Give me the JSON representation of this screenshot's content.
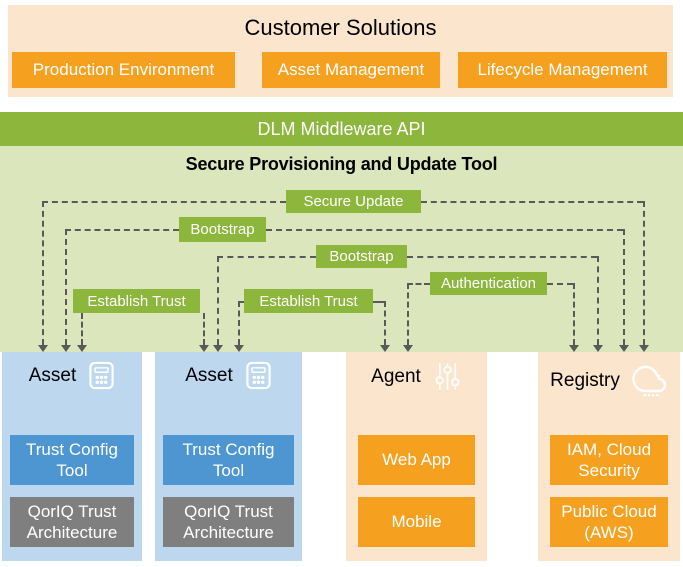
{
  "top": {
    "title": "Customer Solutions",
    "buttons": [
      {
        "label": "Production Environment"
      },
      {
        "label": "Asset Management"
      },
      {
        "label": "Lifecycle Management"
      }
    ]
  },
  "middleware": {
    "label": "DLM Middleware API"
  },
  "provisioning": {
    "title": "Secure Provisioning and Update Tool",
    "flows": [
      {
        "label": "Secure Update",
        "from": "asset-1",
        "to": "registry"
      },
      {
        "label": "Bootstrap",
        "from": "asset-1",
        "to": "registry"
      },
      {
        "label": "Bootstrap",
        "from": "asset-2",
        "to": "registry"
      },
      {
        "label": "Authentication",
        "from": "agent",
        "to": "registry"
      },
      {
        "label": "Establish Trust",
        "from": "asset-1",
        "to": "asset-2"
      },
      {
        "label": "Establish Trust",
        "from": "asset-2",
        "to": "agent"
      }
    ]
  },
  "columns": [
    {
      "header": "Asset",
      "icon": "calculator-icon",
      "boxes": [
        {
          "label": "Trust Config Tool"
        },
        {
          "label": "QorIQ Trust Architecture"
        }
      ]
    },
    {
      "header": "Asset",
      "icon": "calculator-icon",
      "boxes": [
        {
          "label": "Trust Config Tool"
        },
        {
          "label": "QorIQ Trust Architecture"
        }
      ]
    },
    {
      "header": "Agent",
      "icon": "sliders-icon",
      "boxes": [
        {
          "label": "Web App"
        },
        {
          "label": "Mobile"
        }
      ]
    },
    {
      "header": "Registry",
      "icon": "cloud-icon",
      "boxes": [
        {
          "label": "IAM, Cloud Security"
        },
        {
          "label": "Public Cloud (AWS)"
        }
      ]
    }
  ],
  "colors": {
    "orange": "#F5A01E",
    "green": "#8CB63C",
    "light_green": "#DBE6BC",
    "cream": "#FBE5CC",
    "light_blue": "#BDD7EE",
    "blue": "#4E96D1",
    "gray": "#7F7F7F",
    "dash": "#595959"
  }
}
